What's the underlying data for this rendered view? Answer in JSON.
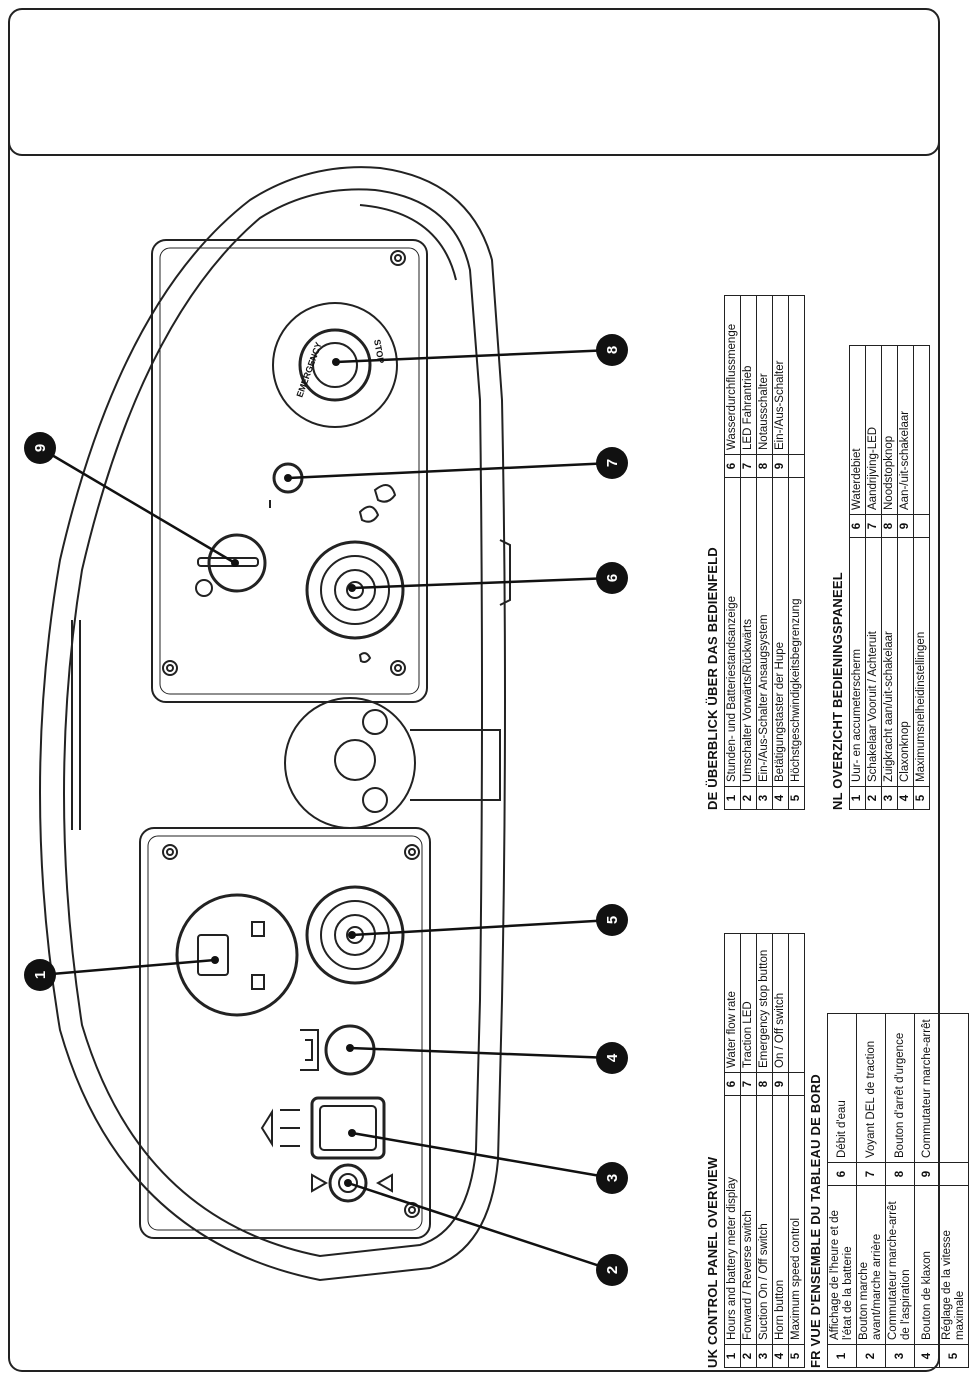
{
  "callouts": [
    "1",
    "2",
    "3",
    "4",
    "5",
    "6",
    "7",
    "8",
    "9"
  ],
  "emergency_stop_labels": {
    "top": "EMERGENCY",
    "bottom": "STOP"
  },
  "sections": {
    "uk": {
      "title": "UK CONTROL PANEL OVERVIEW",
      "rows": [
        {
          "n1": "1",
          "d1": "Hours and battery meter display",
          "n2": "6",
          "d2": "Water flow rate"
        },
        {
          "n1": "2",
          "d1": "Forward / Reverse switch",
          "n2": "7",
          "d2": "Traction LED"
        },
        {
          "n1": "3",
          "d1": "Suction On / Off switch",
          "n2": "8",
          "d2": "Emergency stop button"
        },
        {
          "n1": "4",
          "d1": "Horn button",
          "n2": "9",
          "d2": "On / Off switch"
        },
        {
          "n1": "5",
          "d1": "Maximum speed control",
          "n2": "",
          "d2": ""
        }
      ]
    },
    "fr": {
      "title": "FR VUE D'ENSEMBLE DU TABLEAU DE BORD",
      "rows": [
        {
          "n1": "1",
          "d1": "Affichage de l'heure et de l'état de la batterie",
          "n2": "6",
          "d2": "Débit d'eau"
        },
        {
          "n1": "2",
          "d1": "Bouton marche avant/marche arrière",
          "n2": "7",
          "d2": "Voyant DEL de traction"
        },
        {
          "n1": "3",
          "d1": "Commutateur marche-arrêt de l'aspiration",
          "n2": "8",
          "d2": "Bouton d'arrêt d'urgence"
        },
        {
          "n1": "4",
          "d1": "Bouton de klaxon",
          "n2": "9",
          "d2": "Commutateur marche-arrêt"
        },
        {
          "n1": "5",
          "d1": "Réglage de la vitesse maximale",
          "n2": "",
          "d2": ""
        }
      ]
    },
    "de": {
      "title": "DE ÜBERBLICK ÜBER DAS BEDIENFELD",
      "rows": [
        {
          "n1": "1",
          "d1": "Stunden- und Batteriestandsanzeige",
          "n2": "6",
          "d2": "Wasserdurchflussmenge"
        },
        {
          "n1": "2",
          "d1": "Umschalter Vorwärts/Rückwärts",
          "n2": "7",
          "d2": "LED Fahrantrieb"
        },
        {
          "n1": "3",
          "d1": "Ein-/Aus-Schalter Ansaugsystem",
          "n2": "8",
          "d2": "Notausschalter"
        },
        {
          "n1": "4",
          "d1": "Betätigungstaster der Hupe",
          "n2": "9",
          "d2": "Ein-/Aus-Schalter"
        },
        {
          "n1": "5",
          "d1": "Höchstgeschwindigkeitsbegrenzung",
          "n2": "",
          "d2": ""
        }
      ]
    },
    "nl": {
      "title": "NL OVERZICHT BEDIENINGSPANEEL",
      "rows": [
        {
          "n1": "1",
          "d1": "Uur- en accumeterscherm",
          "n2": "6",
          "d2": "Waterdebiet"
        },
        {
          "n1": "2",
          "d1": "Schakelaar Vooruit / Achteruit",
          "n2": "7",
          "d2": "Aandrijving-LED"
        },
        {
          "n1": "3",
          "d1": "Zuigkracht aan/uit-schakelaar",
          "n2": "8",
          "d2": "Noodstopknop"
        },
        {
          "n1": "4",
          "d1": "Claxonknop",
          "n2": "9",
          "d2": "Aan-/uit-schakelaar"
        },
        {
          "n1": "5",
          "d1": "Maximumsnelheidinstellingen",
          "n2": "",
          "d2": ""
        }
      ]
    }
  }
}
